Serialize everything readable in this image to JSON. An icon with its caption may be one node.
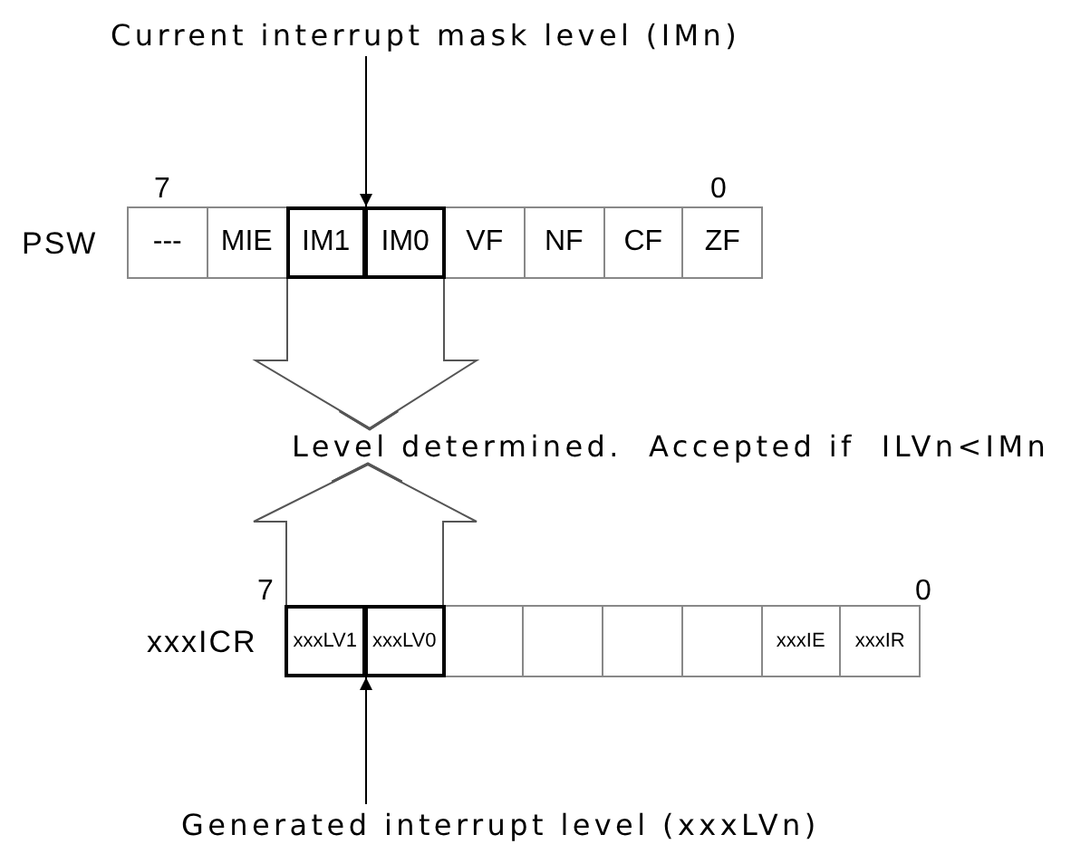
{
  "diagram": {
    "nodes": [
      {
        "text": [
          "Current interrupt mask level (IMn)"
        ]
      },
      {
        "text": [
          "PSW"
        ]
      },
      {
        "text": [
          "---"
        ],
        "in": 1
      },
      {
        "text": [
          "MIE"
        ],
        "in": 1
      },
      {
        "text": [
          "IM1"
        ],
        "in": 1
      },
      {
        "text": [
          "IM0"
        ],
        "in": 1
      },
      {
        "text": [
          "VF"
        ],
        "in": 1
      },
      {
        "text": [
          "NF"
        ],
        "in": 1
      },
      {
        "text": [
          "CF"
        ],
        "in": 1
      },
      {
        "text": [
          "ZF"
        ],
        "in": 1
      },
      {
        "text": [
          "Level determined.  Accepted if  ILVn<IMn"
        ]
      },
      {
        "text": [
          "xxxICR"
        ]
      },
      {
        "text": [
          "xxxLV1"
        ],
        "in": 11
      },
      {
        "text": [
          "xxxLV0"
        ],
        "in": 11
      },
      {
        "text": [],
        "shape": "box",
        "in": 11
      },
      {
        "text": [],
        "shape": "box",
        "in": 11
      },
      {
        "text": [],
        "shape": "box",
        "in": 11
      },
      {
        "text": [],
        "shape": "box",
        "in": 11
      },
      {
        "text": [
          "xxxIE"
        ],
        "in": 11
      },
      {
        "text": [
          "xxxIR"
        ],
        "in": 11
      },
      {
        "text": [
          "Generated interrupt level (xxxLVn)"
        ]
      }
    ],
    "edges": [
      {
        "from": 0,
        "to": 1,
        "arrow": "to"
      },
      {
        "from": 4,
        "to": 10,
        "arrow": "to"
      },
      {
        "from": 5,
        "to": 10,
        "arrow": "to"
      },
      {
        "from": 12,
        "to": 10,
        "arrow": "to"
      },
      {
        "from": 13,
        "to": 10,
        "arrow": "to"
      },
      {
        "from": 20,
        "to": 11,
        "arrow": "to"
      }
    ],
    "labels": [
      "7",
      "0",
      "7",
      "0"
    ]
  }
}
